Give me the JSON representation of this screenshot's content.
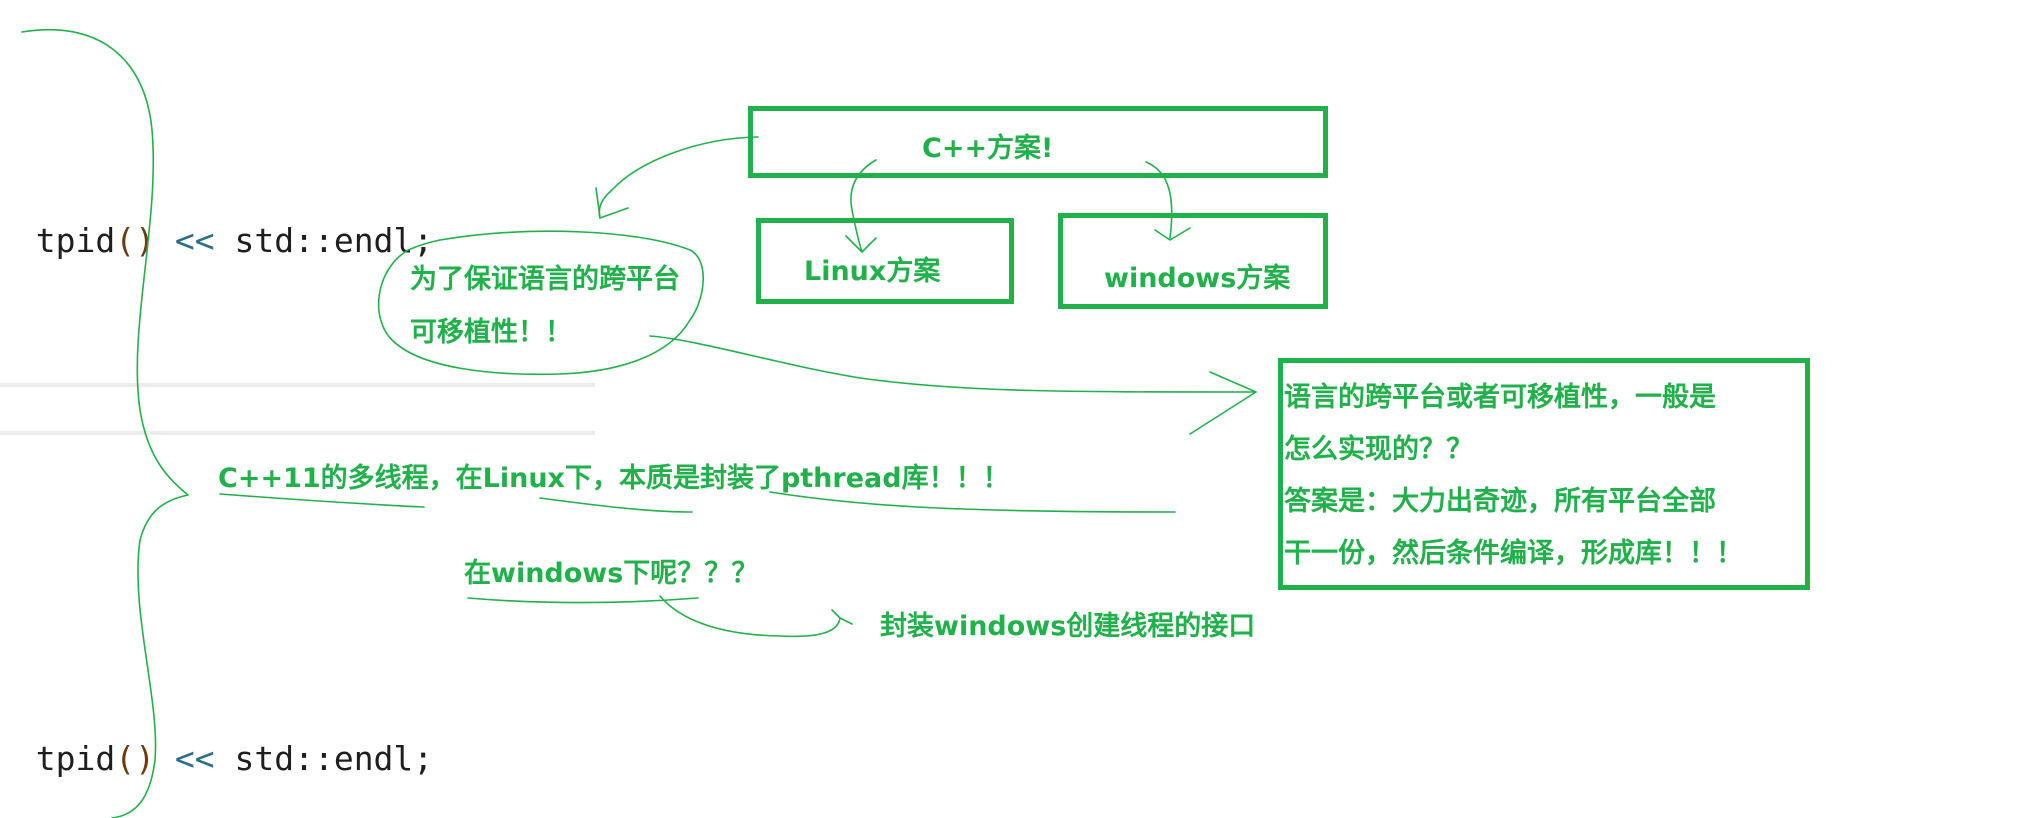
{
  "code": {
    "line1": {
      "prefix": "tpid",
      "paren": "()",
      "op": "<<",
      "rest": "std::endl;"
    },
    "line2": {
      "prefix": "tpid",
      "paren": "()",
      "op": "<<",
      "rest": "std::endl;"
    }
  },
  "diagram": {
    "cpp_solution": "C++方案!",
    "linux_solution": "Linux方案",
    "windows_solution": "windows方案",
    "portability_note": [
      "为了保证语言的跨平台",
      "可移植性！！"
    ],
    "cpp11_note": "C++11的多线程，在Linux下，本质是封装了pthread库！！！",
    "windows_question": "在windows下呢？？？",
    "windows_answer": "封装windows创建线程的接口",
    "info_box": [
      "语言的跨平台或者可移植性，一般是",
      "怎么实现的？？",
      "答案是：大力出奇迹，所有平台全部",
      "干一份，然后条件编译，形成库！！！"
    ]
  },
  "colors": {
    "ink": "#21b14a",
    "code_text": "#1e1e1e",
    "code_paren": "#6e3a0e",
    "code_operator": "#2c6e8a"
  }
}
